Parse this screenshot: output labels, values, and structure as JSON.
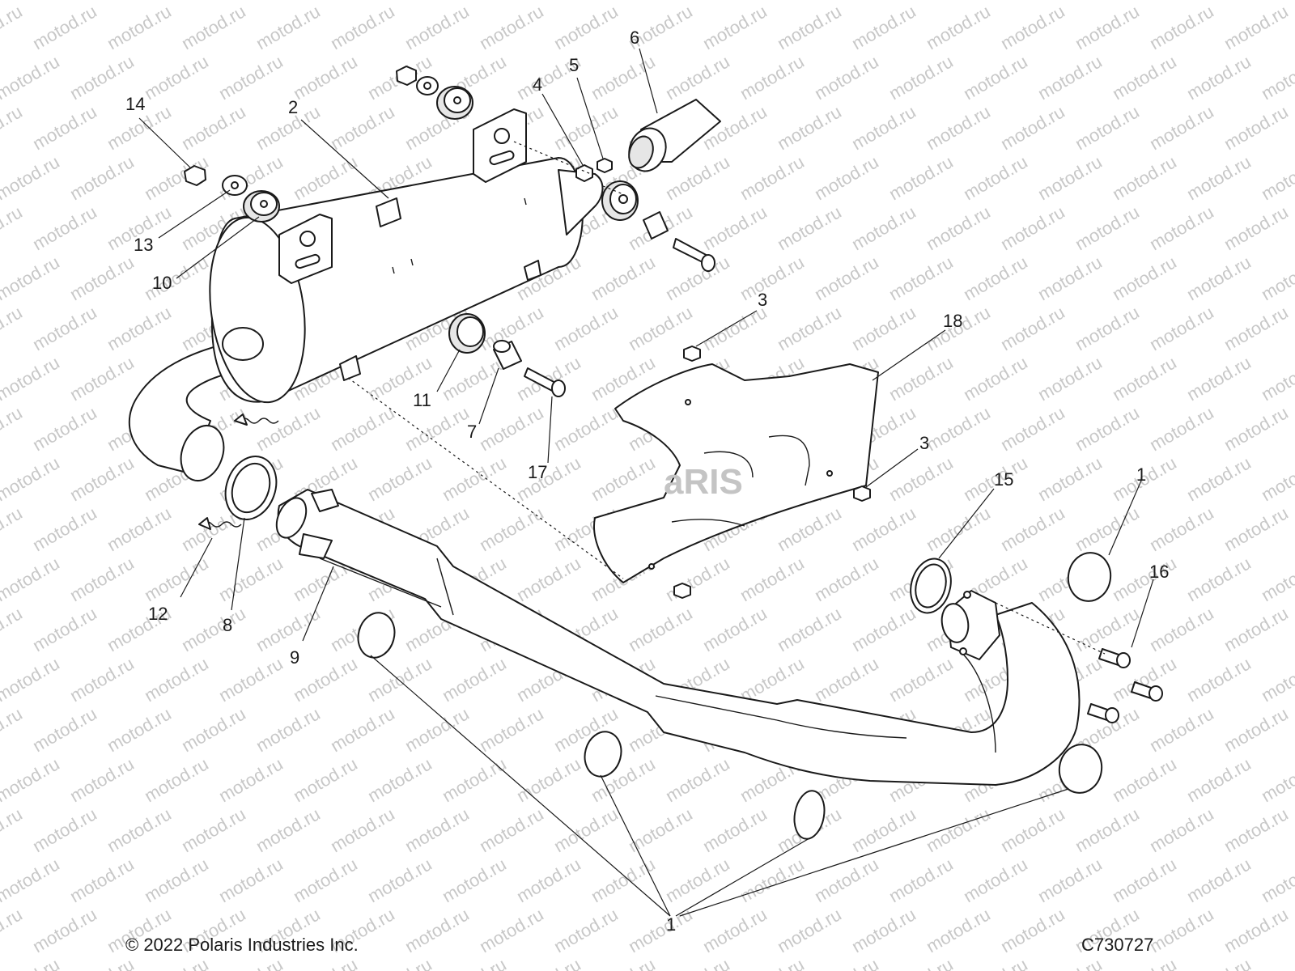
{
  "watermark": {
    "text": "motod.ru"
  },
  "brand_mark": "aRIS",
  "callouts": {
    "c1a": "1",
    "c1b": "1",
    "c2": "2",
    "c3a": "3",
    "c3b": "3",
    "c4": "4",
    "c5": "5",
    "c6": "6",
    "c7": "7",
    "c8": "8",
    "c9": "9",
    "c10": "10",
    "c11": "11",
    "c12": "12",
    "c13": "13",
    "c14": "14",
    "c15": "15",
    "c16": "16",
    "c17": "17",
    "c18": "18"
  },
  "footer": {
    "copyright": "© 2022 Polaris Industries Inc.",
    "drawing_code": "C730727"
  }
}
